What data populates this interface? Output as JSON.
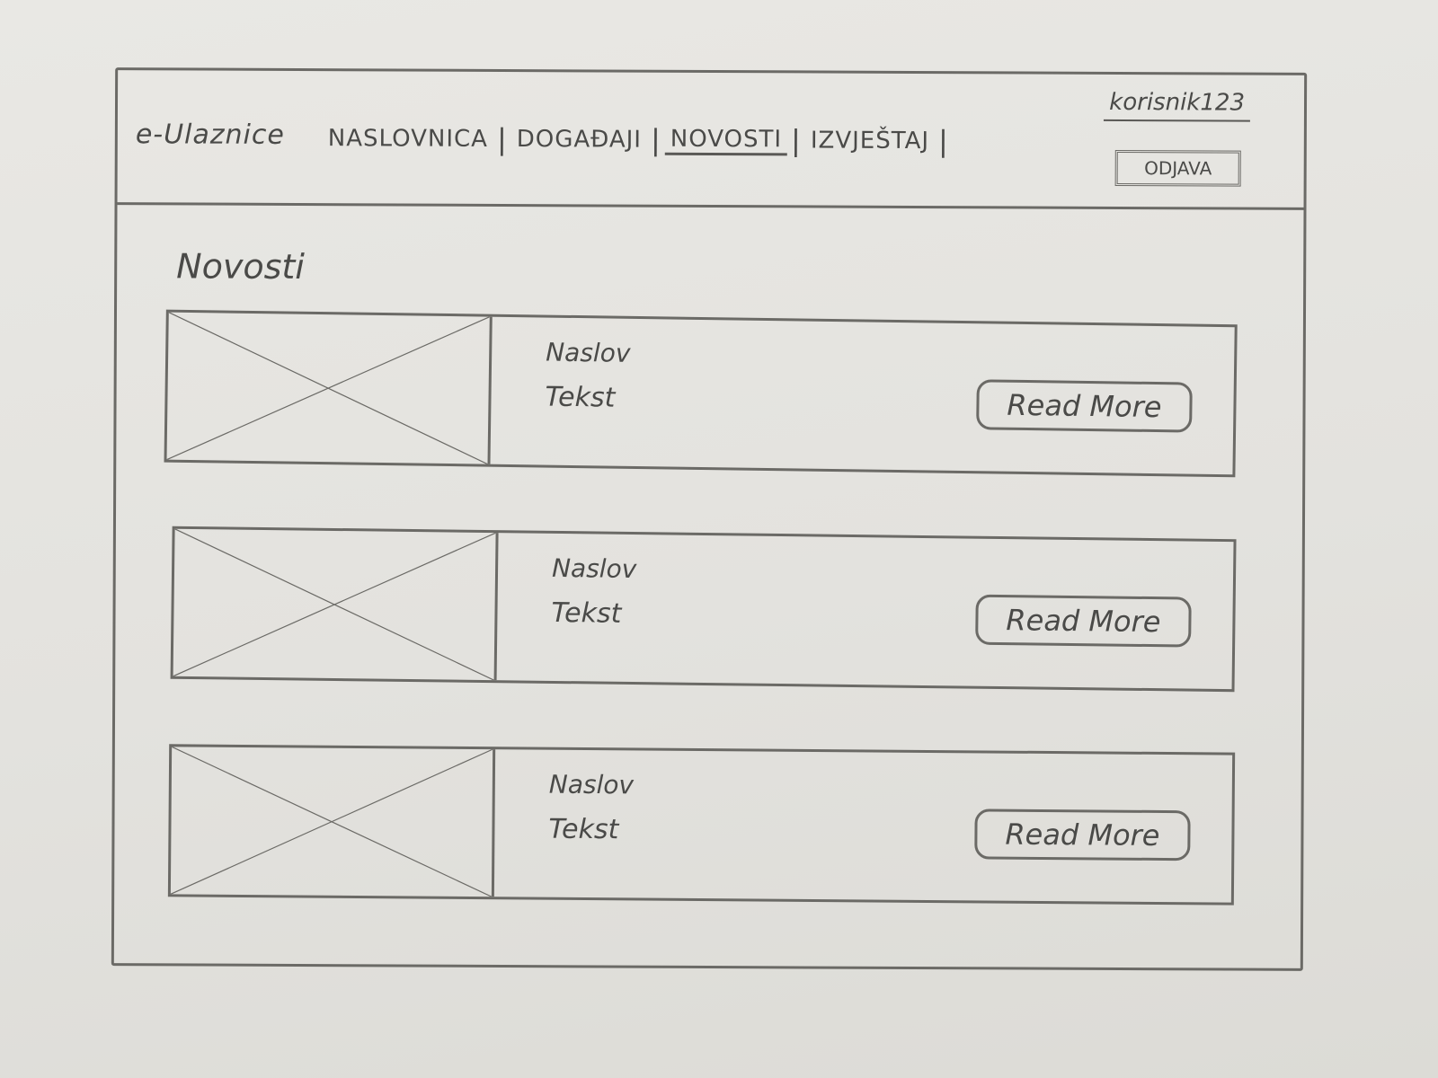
{
  "header": {
    "brand": "e-Ulaznice",
    "nav": [
      {
        "label": "NASLOVNICA"
      },
      {
        "label": "DOGAĐAJI"
      },
      {
        "label": "NOVOSTI",
        "active": true
      },
      {
        "label": "IZVJEŠTAJ"
      }
    ],
    "separator": "|",
    "user": "korisnik123",
    "logout_label": "ODJAVA"
  },
  "main": {
    "title": "Novosti",
    "news": [
      {
        "title": "Naslov",
        "text": "Tekst",
        "button": "Read More"
      },
      {
        "title": "Naslov",
        "text": "Tekst",
        "button": "Read More"
      },
      {
        "title": "Naslov",
        "text": "Tekst",
        "button": "Read More"
      }
    ]
  }
}
